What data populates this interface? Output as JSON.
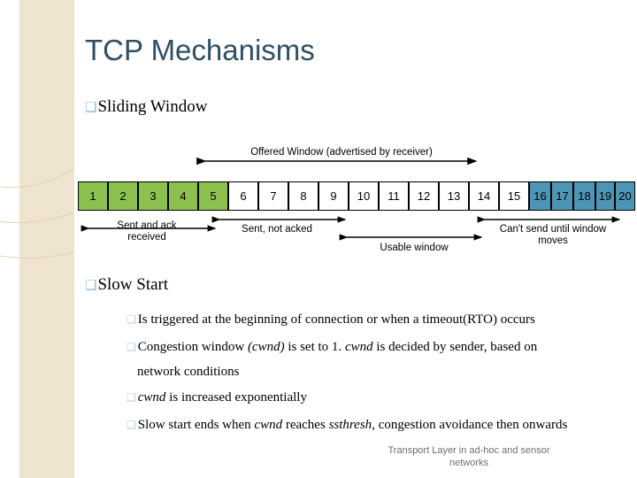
{
  "slide": {
    "title": "TCP Mechanisms",
    "bullets": [
      {
        "level": 1,
        "text": "Sliding Window"
      },
      {
        "level": 1,
        "text": "Slow Start"
      }
    ],
    "slow_start_points": [
      "Is triggered at the beginning of connection or when a timeout(RTO) occurs",
      "Congestion window (cwnd) is set to 1. cwnd is decided by sender, based on",
      "network conditions",
      "cwnd is increased exponentially",
      "Slow start ends when cwnd reaches ssthresh, congestion avoidance then onwards"
    ],
    "footer_line1": "Transport Layer in ad-hoc and sensor",
    "footer_line2": "networks"
  },
  "diagram": {
    "offered_window_label": "Offered Window (advertised by receiver)",
    "sequence_numbers": [
      "1",
      "2",
      "3",
      "4",
      "5",
      "6",
      "7",
      "8",
      "9",
      "10",
      "11",
      "12",
      "13",
      "14",
      "15",
      "16",
      "17",
      "18",
      "19",
      "20"
    ],
    "segment_colors": [
      "green",
      "green",
      "green",
      "green",
      "green",
      "white",
      "white",
      "white",
      "white",
      "white",
      "white",
      "white",
      "white",
      "white",
      "white",
      "teal",
      "teal",
      "teal",
      "teal",
      "teal"
    ],
    "labels": {
      "sent_acked_line1": "Sent and ack",
      "sent_acked_line2": "received",
      "sent_not_acked": "Sent, not acked",
      "usable_window": "Usable window",
      "cant_send_line1": "Can't send until window",
      "cant_send_line2": "moves"
    },
    "colors": {
      "green": "#8cc04f",
      "white": "#ffffff",
      "teal": "#4d95b5",
      "title": "#2f4f64",
      "band": "#efe4cf",
      "bullet_l1": "#8fb9d9",
      "bullet_l2": "#b9cfe4"
    }
  }
}
